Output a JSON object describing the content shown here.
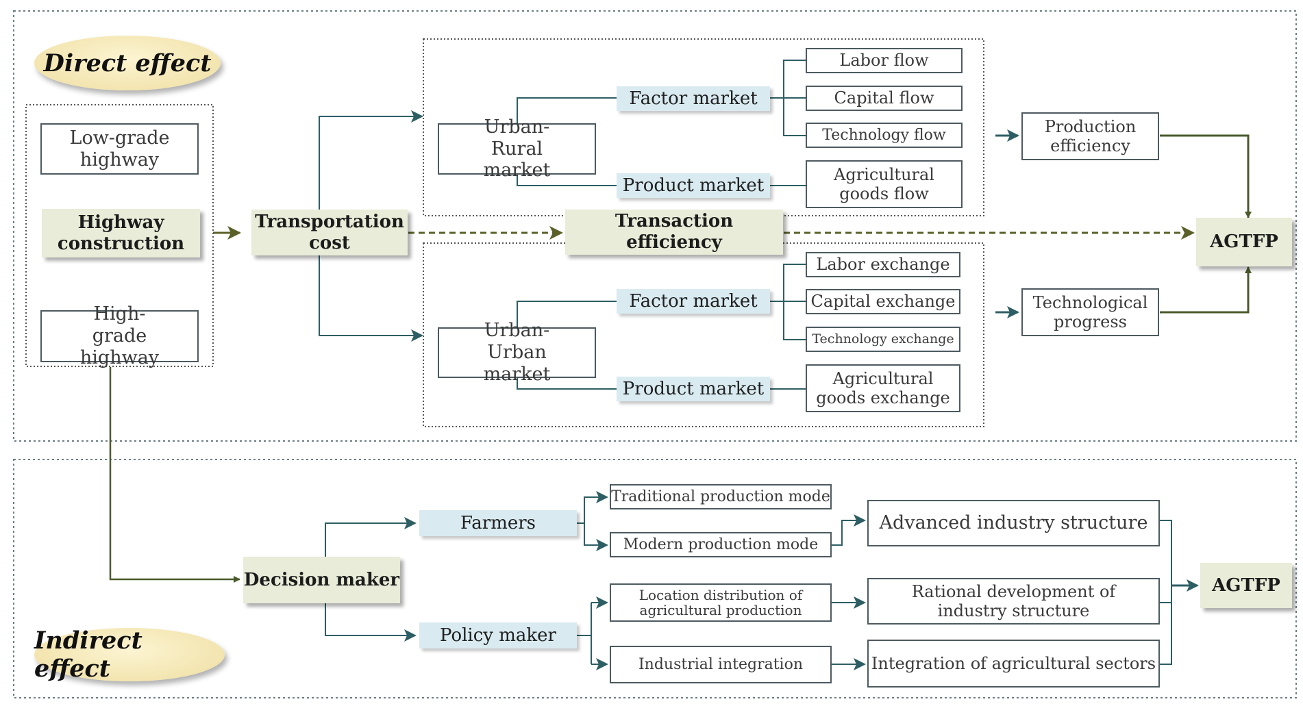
{
  "labels": {
    "direct_effect": "Direct effect",
    "indirect_effect": "Indirect effect"
  },
  "highway": {
    "low_grade": "Low-grade highway",
    "construction": "Highway construction",
    "high_grade": "High-grade highway"
  },
  "direct": {
    "transportation_cost": "Transportation cost",
    "transaction_efficiency": "Transaction efficiency",
    "agtfp": "AGTFP",
    "urban_rural": {
      "market": "Urban-Rural market",
      "factor_market": "Factor market",
      "product_market": "Product market",
      "labor": "Labor flow",
      "capital": "Capital flow",
      "technology": "Technology flow",
      "goods": "Agricultural goods flow"
    },
    "urban_urban": {
      "market": "Urban-Urban market",
      "factor_market": "Factor market",
      "product_market": "Product market",
      "labor": "Labor exchange",
      "capital": "Capital exchange",
      "technology": "Technology exchange",
      "goods": "Agricultural goods exchange"
    },
    "production_efficiency": "Production efficiency",
    "technological_progress": "Technological progress"
  },
  "indirect": {
    "decision_maker": "Decision maker",
    "farmers": "Farmers",
    "policy_maker": "Policy maker",
    "traditional_mode": "Traditional production mode",
    "modern_mode": "Modern production mode",
    "location_distribution": "Location distribution of agricultural production",
    "industrial_integration": "Industrial integration",
    "advanced_structure": "Advanced industry structure",
    "rational_development": "Rational development of industry structure",
    "integration_sectors": "Integration of agricultural sectors",
    "agtfp": "AGTFP"
  },
  "colors": {
    "line_dark_green": "#4a5a2c",
    "line_teal": "#2d5e64",
    "dashed_arrow": "#5a6028",
    "frame_border": "#6b7c85",
    "green_box": "#e8ecd8",
    "blue_box": "#d9ebf1",
    "ellipse_fill": "#f3e5b0"
  }
}
